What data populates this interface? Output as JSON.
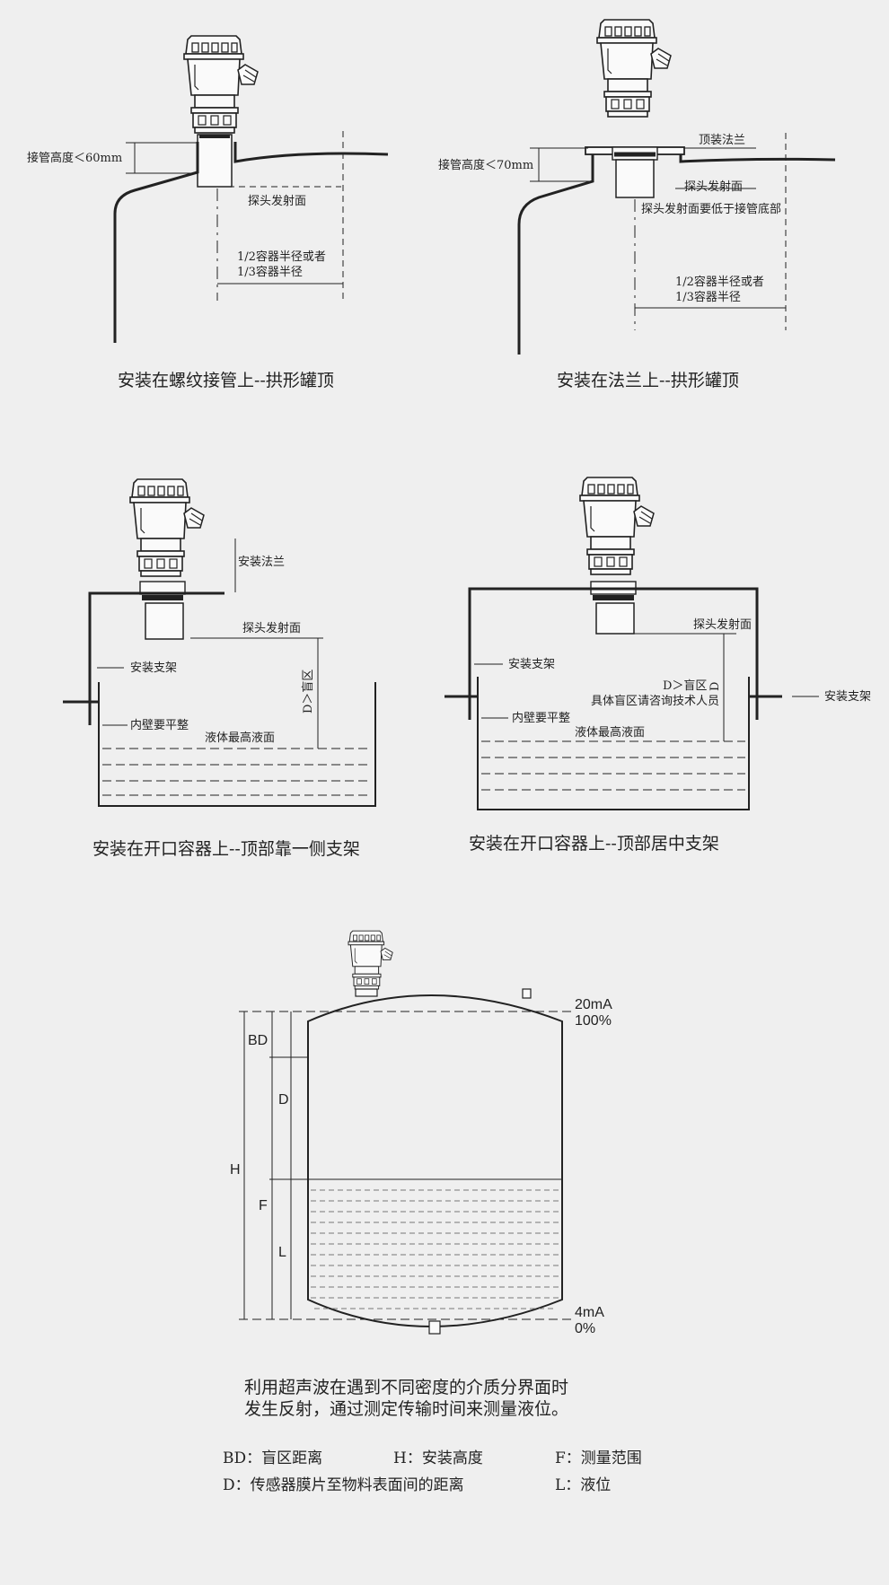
{
  "diagram1": {
    "caption": "安装在螺纹接管上--拱形罐顶",
    "pipe_height": "接管高度＜60mm",
    "probe_face": "探头发射面",
    "radius_1": "1/2容器半径或者",
    "radius_2": "1/3容器半径"
  },
  "diagram2": {
    "caption": "安装在法兰上--拱形罐顶",
    "top_flange": "顶装法兰",
    "pipe_height": "接管高度＜70mm",
    "probe_face": "探头发射面",
    "probe_note": "探头发射面要低于接管底部",
    "radius_1": "1/2容器半径或者",
    "radius_2": "1/3容器半径"
  },
  "diagram3": {
    "caption": "安装在开口容器上--顶部靠一侧支架",
    "flange": "安装法兰",
    "probe_face": "探头发射面",
    "bracket": "安装支架",
    "wall": "内壁要平整",
    "max_level": "液体最高液面",
    "blind": "D＞盲区"
  },
  "diagram4": {
    "caption": "安装在开口容器上--顶部居中支架",
    "probe_face": "探头发射面",
    "bracket_left": "安装支架",
    "bracket_right": "安装支架",
    "blind": "D＞盲区",
    "d": "D",
    "consult": "具体盲区请咨询技术人员",
    "wall": "内壁要平整",
    "max_level": "液体最高液面"
  },
  "diagram5": {
    "top_ma": "20mA",
    "top_pct": "100%",
    "bottom_ma": "4mA",
    "bottom_pct": "0%",
    "bd": "BD",
    "d": "D",
    "h": "H",
    "f": "F",
    "l": "L"
  },
  "description": {
    "line1": "利用超声波在遇到不同密度的介质分界面时",
    "line2": "发生反射，通过测定传输时间来测量液位。"
  },
  "legend": {
    "bd": "BD：盲区距离",
    "h": "H：安装高度",
    "f": "F：测量范围",
    "d": "D：传感器膜片至物料表面间的距离",
    "l": "L：液位"
  }
}
